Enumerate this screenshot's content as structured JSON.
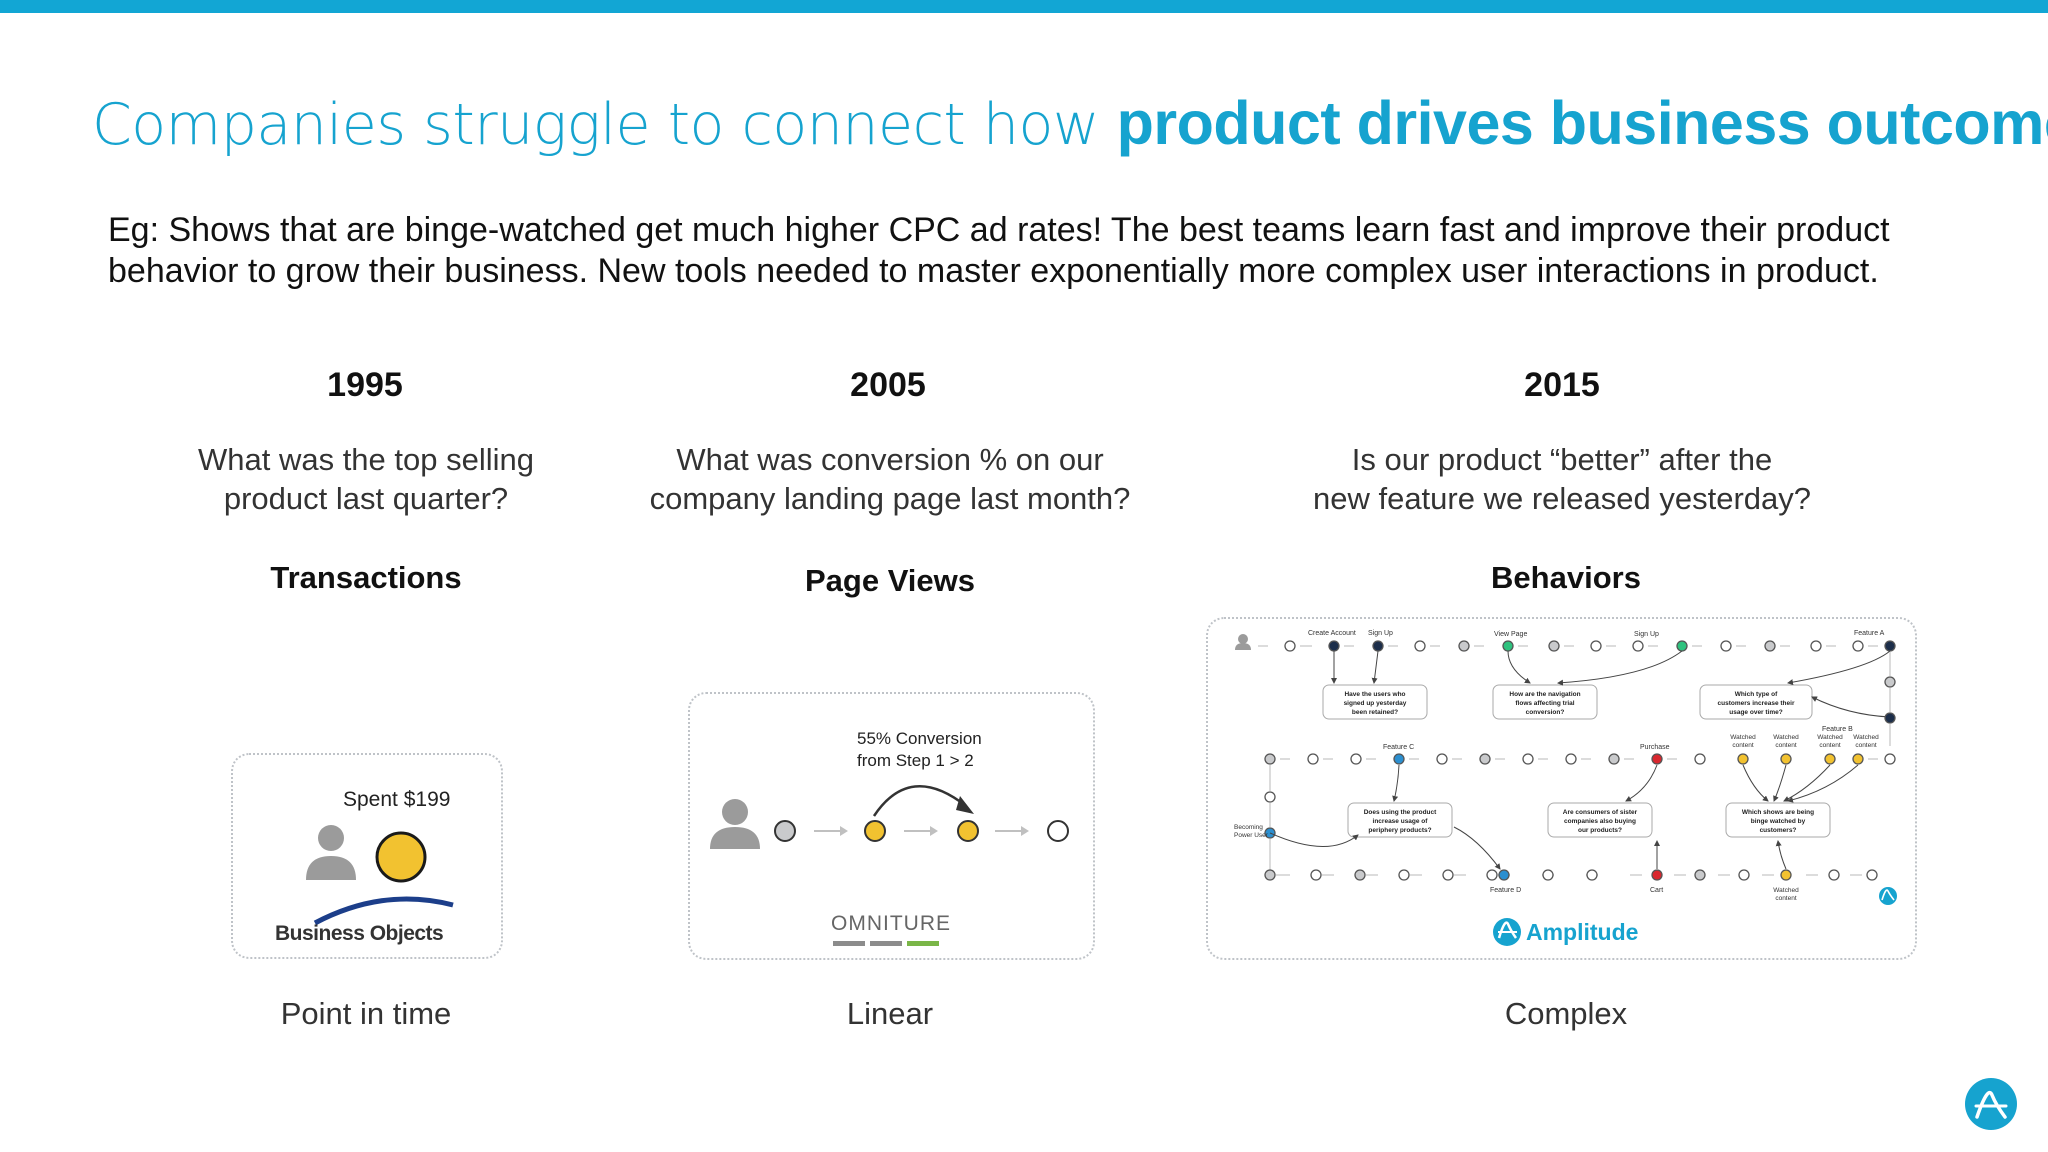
{
  "title": {
    "light": "Companies struggle to connect how ",
    "bold": "product drives business outcomes"
  },
  "subtitle": {
    "line1": "Eg: Shows that are binge-watched get much higher CPC ad rates! The best teams learn fast and improve their product",
    "line2": "behavior to grow their business. New tools needed to master exponentially more complex user interactions in product."
  },
  "columns": [
    {
      "year": "1995",
      "question_line1": "What was the top selling",
      "question_line2": "product last quarter?",
      "heading": "Transactions",
      "caption": "Point in time",
      "card_label": "Spent $199",
      "logo": "Business Objects"
    },
    {
      "year": "2005",
      "question_line1": "What was conversion % on our",
      "question_line2": "company landing page last month?",
      "heading": "Page Views",
      "caption": "Linear",
      "card_label_line1": "55% Conversion",
      "card_label_line2": "from Step 1 > 2",
      "logo": "OMNITURE"
    },
    {
      "year": "2015",
      "question_line1": "Is our product “better” after the",
      "question_line2": "new feature we released yesterday?",
      "heading": "Behaviors",
      "caption": "Complex",
      "logo": "Amplitude"
    }
  ],
  "diagram": {
    "labels": {
      "create_account": "Create Account",
      "sign_up_1": "Sign Up",
      "view_page": "View Page",
      "sign_up_2": "Sign Up",
      "feature_a": "Feature A",
      "feature_b": "Feature B",
      "feature_c": "Feature C",
      "feature_d": "Feature D",
      "purchase": "Purchase",
      "cart": "Cart",
      "becoming_power_user": [
        "Becoming",
        "Power User"
      ],
      "watched_content": [
        "Watched",
        "content"
      ]
    },
    "questions": {
      "q1": [
        "Have the users who",
        "signed up yesterday",
        "been retained?"
      ],
      "q2": [
        "How are the navigation",
        "flows affecting trial",
        "conversion?"
      ],
      "q3": [
        "Which type of",
        "customers increase their",
        "usage over time?"
      ],
      "q4": [
        "Does using the product",
        "increase usage of",
        "periphery products?"
      ],
      "q5": [
        "Are consumers of sister",
        "companies also buying",
        "our products?"
      ],
      "q6": [
        "Which shows are being",
        "binge watched by",
        "customers?"
      ]
    }
  },
  "colors": {
    "brand": "#16a3cf",
    "yellow": "#f2c230",
    "navy": "#1c2e4a",
    "green": "#2ec27e",
    "red": "#d9272e",
    "blue": "#2b8fd0",
    "grey": "#c9cacc"
  }
}
